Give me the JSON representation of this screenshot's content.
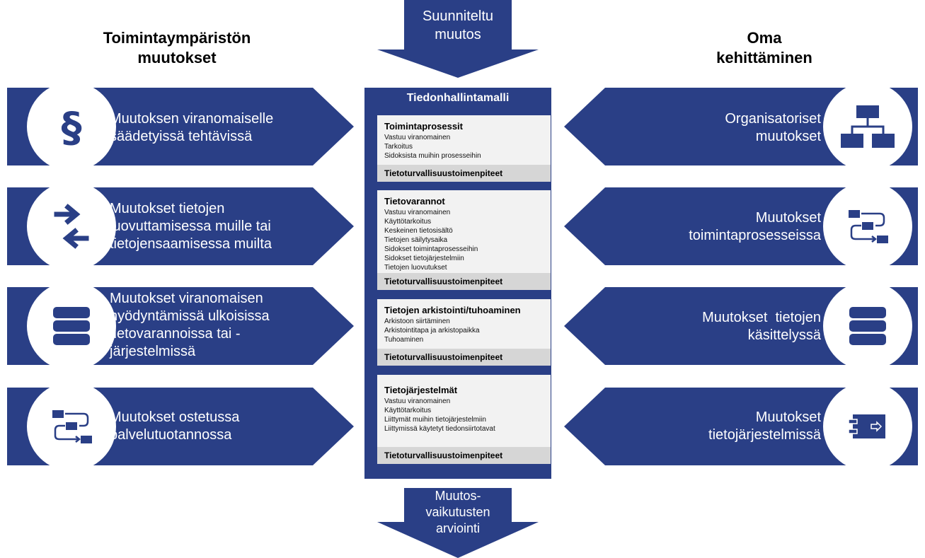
{
  "headings": {
    "left": [
      "Toimintaympäristön",
      "muutokset"
    ],
    "right": [
      "Oma",
      "kehittäminen"
    ]
  },
  "top_arrow": [
    "Suunniteltu",
    "muutos"
  ],
  "bottom_arrow": [
    "Muutos-",
    "vaikutusten",
    "arviointi"
  ],
  "model": {
    "title": "Tiedonhallintamalli",
    "footer_label": "Tietoturvallisuustoimenpiteet",
    "cards": [
      {
        "title": "Toimintaprosessit",
        "items": [
          "Vastuu viranomainen",
          "Tarkoitus",
          "Sidoksista muihin prosesseihin"
        ]
      },
      {
        "title": "Tietovarannot",
        "items": [
          "Vastuu viranomainen",
          "Käyttötarkoitus",
          "Keskeinen tietosisältö",
          "Tietojen säilytysaika",
          "Sidokset toimintaprosesseihin",
          "Sidokset tietojärjestelmiin",
          "Tietojen luovutukset"
        ]
      },
      {
        "title": "Tietojen arkistointi/tuhoaminen",
        "items": [
          "Arkistoon siirtäminen",
          "Arkistointitapa ja arkistopaikka",
          "Tuhoaminen"
        ]
      },
      {
        "title": "Tietojärjestelmät",
        "items": [
          "Vastuu viranomainen",
          "Käyttötarkoitus",
          "Liittymät muihin tietojärjestelmiin",
          "Liittymissä käytetyt tiedonsiirtotavat"
        ]
      }
    ]
  },
  "left_items": [
    {
      "icon": "paragraph-icon",
      "lines": [
        "Muutoksen viranomaiselle",
        "säädetyissä tehtävissä"
      ]
    },
    {
      "icon": "exchange-arrows-icon",
      "lines": [
        "Muutokset tietojen",
        "luovuttamisessa muille tai",
        "tietojensaamisessa muilta"
      ]
    },
    {
      "icon": "database-icon",
      "lines": [
        "Muutokset viranomaisen",
        "hyödyntämissä ulkoisissa",
        "tietovarannoissa tai -",
        "järjestelmissä"
      ]
    },
    {
      "icon": "process-flow-icon",
      "lines": [
        "Muutokset ostetussa",
        "palvelutuotannossa"
      ]
    }
  ],
  "right_items": [
    {
      "icon": "org-chart-icon",
      "lines": [
        "Organisatoriset",
        "muutokset"
      ]
    },
    {
      "icon": "process-flow-icon",
      "lines": [
        "Muutokset",
        "toimintaprosesseissa"
      ]
    },
    {
      "icon": "database-icon",
      "lines": [
        "Muutokset  tietojen",
        "käsittelyssä"
      ]
    },
    {
      "icon": "system-component-icon",
      "lines": [
        "Muutokset",
        "tietojärjestelmissä"
      ]
    }
  ],
  "colors": {
    "primary": "#2a3f86",
    "card_bg": "#f2f2f2",
    "card_footer": "#d6d6d6"
  }
}
